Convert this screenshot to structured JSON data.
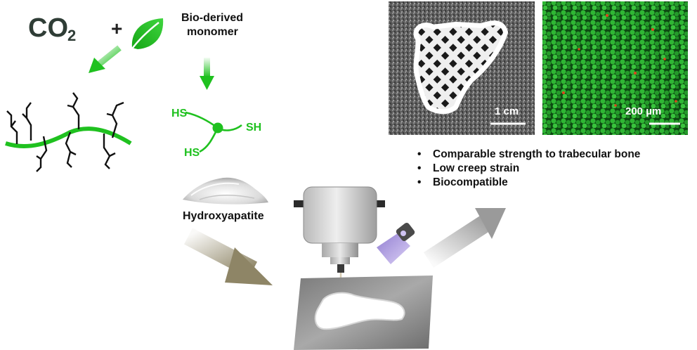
{
  "reactants": {
    "co2_main": "CO",
    "co2_sub": "2",
    "plus": "+",
    "monomer_line1": "Bio-derived",
    "monomer_line2": "monomer"
  },
  "thiol": {
    "label_top": "HS",
    "label_right": "SH",
    "label_bottom": "HS"
  },
  "filler": {
    "label": "Hydroxyapatite"
  },
  "micrographs": {
    "photo_scale": "1 cm",
    "fluorescence_scale": "200 µm"
  },
  "properties": {
    "bullet": "•",
    "items": [
      "Comparable strength to trabecular bone",
      "Low creep strain",
      "Biocompatible"
    ]
  },
  "colors": {
    "accent_green": "#1fc11f",
    "co2_text": "#2f3d36",
    "uv_light": "#b9a6e6",
    "hydroxyapatite_arrow": "#8e8566"
  }
}
